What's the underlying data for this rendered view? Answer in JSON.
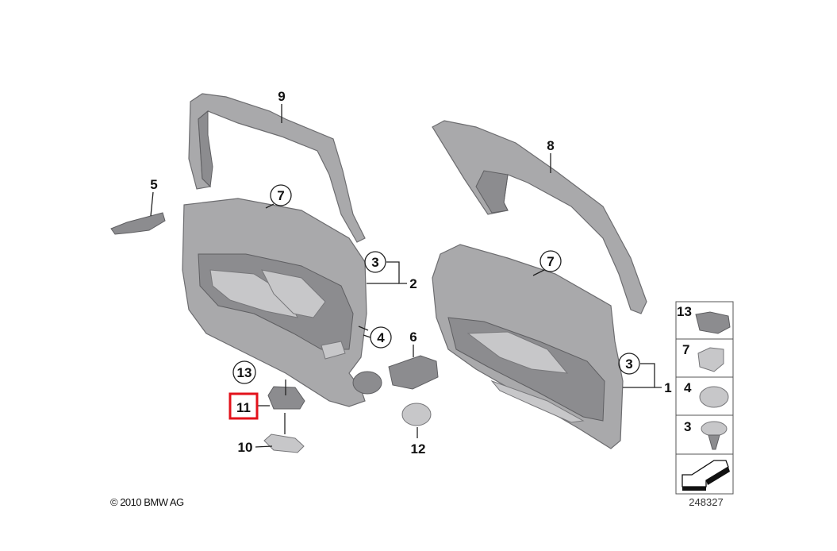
{
  "diagram": {
    "callouts": {
      "p9": "9",
      "p8": "8",
      "p5": "5",
      "p7_left": "7",
      "p7_right": "7",
      "p3_left": "3",
      "p2": "2",
      "p4": "4",
      "p6": "6",
      "p3_right": "3",
      "p1": "1",
      "p13": "13",
      "p11": "11",
      "p10": "10",
      "p12": "12"
    },
    "highlighted_callout": "11",
    "highlight_color": "#e3121b",
    "legend": [
      {
        "number": "13",
        "part": "bracket"
      },
      {
        "number": "7",
        "part": "clip"
      },
      {
        "number": "4",
        "part": "cap"
      },
      {
        "number": "3",
        "part": "expanding-rivet"
      }
    ],
    "legend_arrow_icon": "direction-arrow-icon",
    "diagram_number": "248327",
    "copyright": "© 2010 BMW AG"
  }
}
